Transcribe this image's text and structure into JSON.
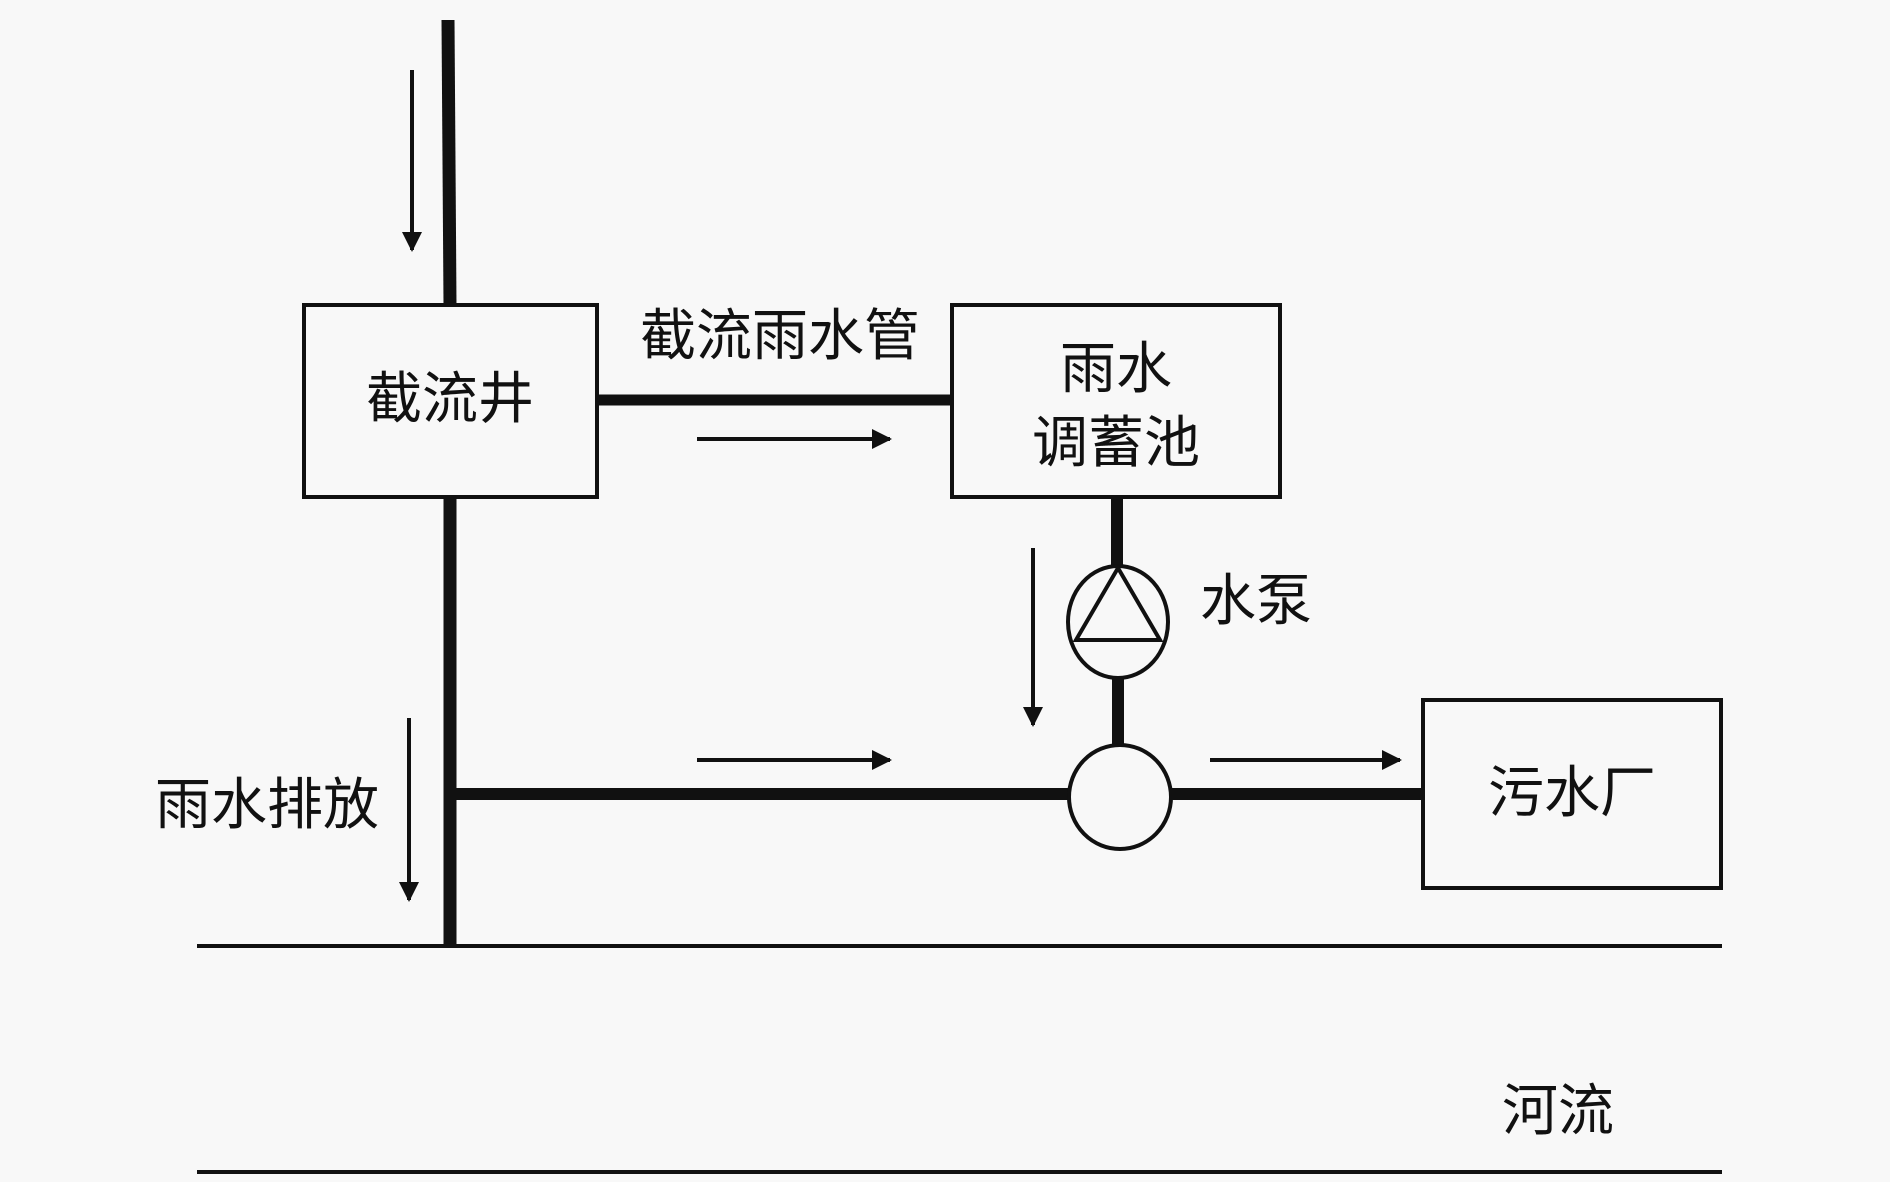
{
  "diagram": {
    "title": "",
    "nodes": {
      "intercept_well": "截流井",
      "storage_tank_line1": "雨水",
      "storage_tank_line2": "调蓄池",
      "pump": "水泵",
      "sewage_plant": "污水厂"
    },
    "edge_labels": {
      "intercept_pipe": "截流雨水管",
      "rain_discharge": "雨水排放",
      "river": "河流"
    },
    "colors": {
      "background": "#f8f8f8",
      "stroke": "#111111"
    }
  }
}
